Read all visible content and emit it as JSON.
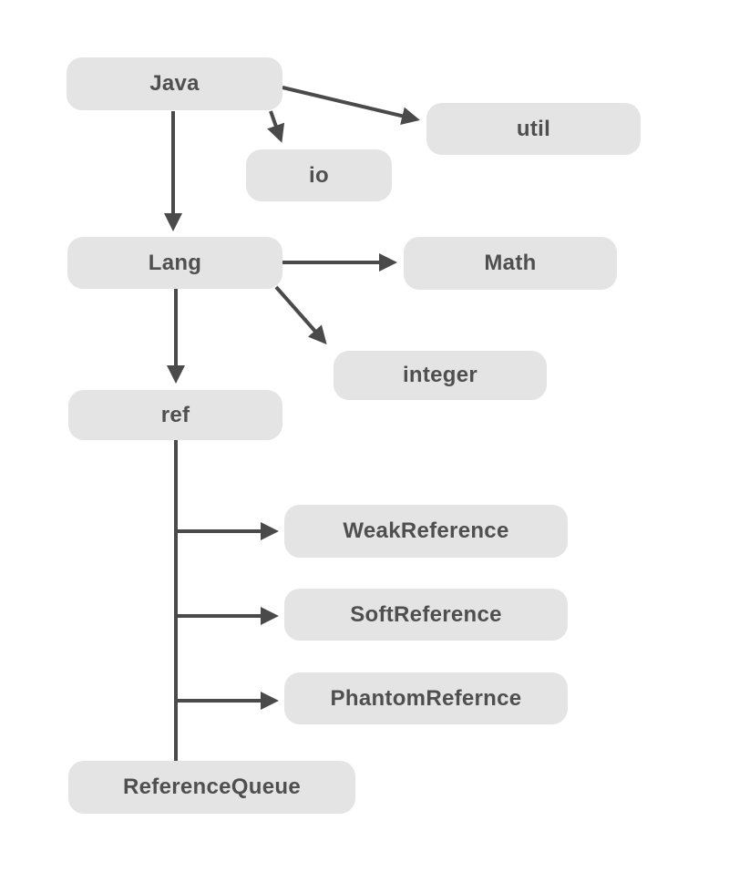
{
  "diagram": {
    "type": "flowchart",
    "description": "Java package hierarchy tree",
    "nodes": [
      {
        "id": "java",
        "label": "Java"
      },
      {
        "id": "util",
        "label": "util"
      },
      {
        "id": "io",
        "label": "io"
      },
      {
        "id": "lang",
        "label": "Lang"
      },
      {
        "id": "math",
        "label": "Math"
      },
      {
        "id": "integer",
        "label": "integer"
      },
      {
        "id": "ref",
        "label": "ref"
      },
      {
        "id": "weakreference",
        "label": "WeakReference"
      },
      {
        "id": "softreference",
        "label": "SoftReference"
      },
      {
        "id": "phantomreference",
        "label": "PhantomRefernce"
      },
      {
        "id": "referencequeue",
        "label": "ReferenceQueue"
      }
    ],
    "edges": [
      {
        "from": "java",
        "to": "util"
      },
      {
        "from": "java",
        "to": "io"
      },
      {
        "from": "java",
        "to": "lang"
      },
      {
        "from": "lang",
        "to": "math"
      },
      {
        "from": "lang",
        "to": "integer"
      },
      {
        "from": "lang",
        "to": "ref"
      },
      {
        "from": "ref",
        "to": "weakreference"
      },
      {
        "from": "ref",
        "to": "softreference"
      },
      {
        "from": "ref",
        "to": "phantomreference"
      },
      {
        "from": "ref",
        "to": "referencequeue"
      }
    ],
    "colors": {
      "background": "#ffffff",
      "node_fill": "#e4e4e4",
      "node_text": "#4f4f4f",
      "arrow": "#4a4a4a"
    }
  }
}
